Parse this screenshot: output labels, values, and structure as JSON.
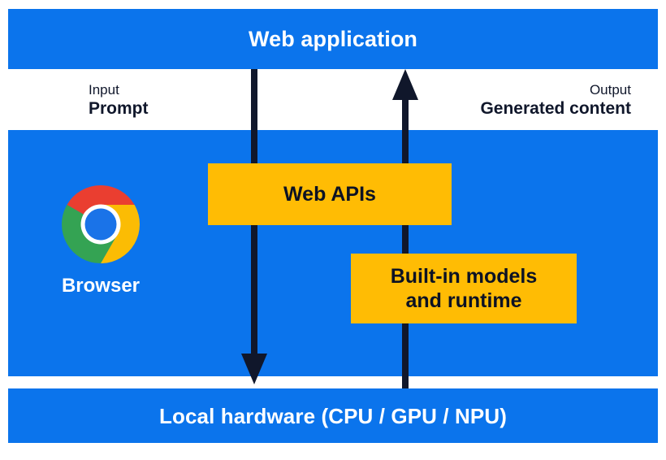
{
  "diagram": {
    "title": "Web application",
    "colors": {
      "band_blue": "#0b74ec",
      "box_yellow": "#ffbc04",
      "arrow_navy": "#10172b",
      "text_on_blue": "#ffffff",
      "text_dark": "#10172b",
      "background": "#ffffff"
    },
    "bands": {
      "top": {
        "label": "Web application"
      },
      "middle": {
        "label": "Browser"
      },
      "bottom": {
        "label": "Local hardware (CPU / GPU / NPU)"
      }
    },
    "captions": {
      "input": {
        "kind": "Input",
        "value": "Prompt"
      },
      "output": {
        "kind": "Output",
        "value": "Generated content"
      }
    },
    "boxes": {
      "web_apis": {
        "label": "Web APIs"
      },
      "builtin_models": {
        "line1": "Built-in models",
        "line2": "and runtime"
      }
    },
    "arrows": {
      "input_flow": {
        "name": "input-arrow-down",
        "direction": "down"
      },
      "output_flow": {
        "name": "output-arrow-up",
        "direction": "up"
      }
    },
    "logo": {
      "name": "chrome-logo",
      "colors": {
        "red": "#ea3e30",
        "yellow": "#fbbc04",
        "green": "#34a353",
        "blue": "#1a73e8",
        "ring": "#ffffff"
      }
    }
  }
}
